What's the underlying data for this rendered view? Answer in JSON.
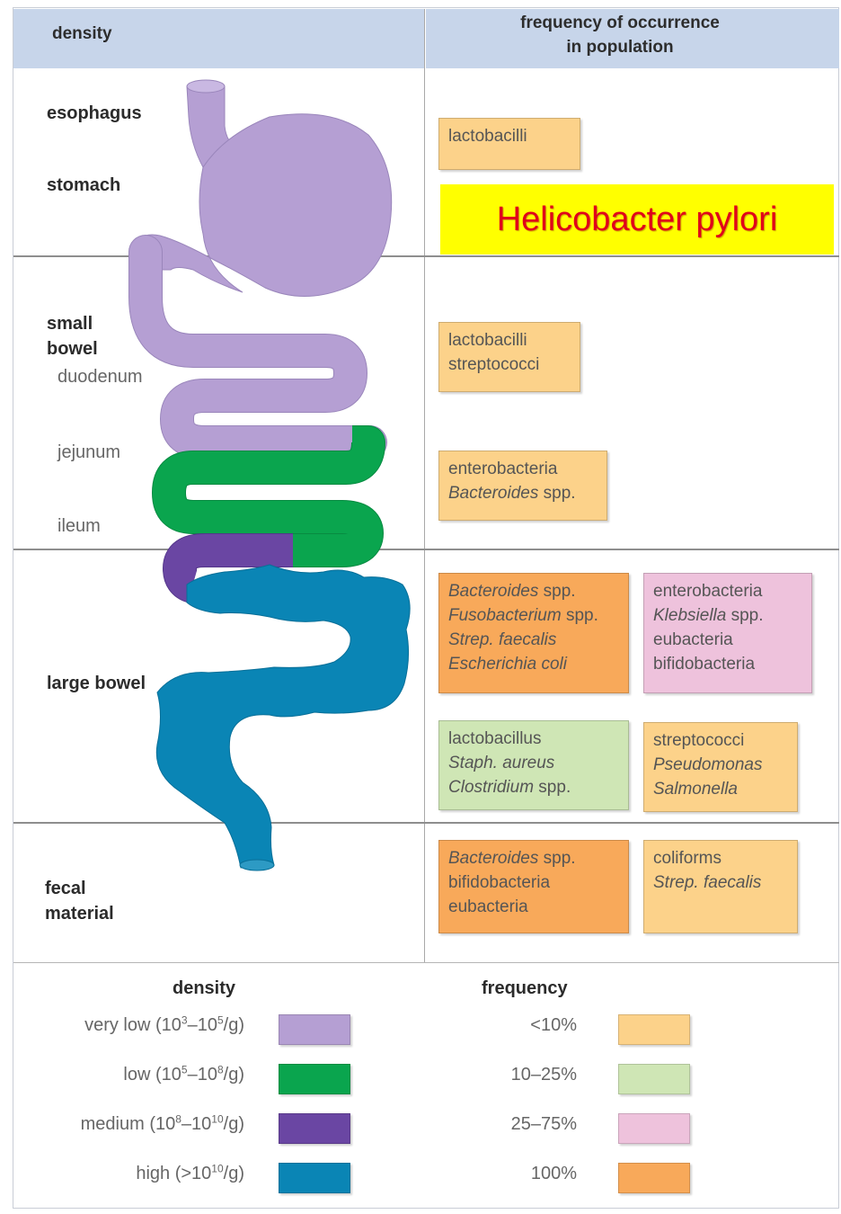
{
  "header": {
    "density_label": "density",
    "frequency_label_line1": "frequency of occurrence",
    "frequency_label_line2": "in population"
  },
  "regions": {
    "esophagus": "esophagus",
    "stomach": "stomach",
    "small_bowel_line1": "small",
    "small_bowel_line2": "bowel",
    "duodenum": "duodenum",
    "jejunum": "jejunum",
    "ileum": "ileum",
    "large_bowel": "large bowel",
    "fecal_line1": "fecal",
    "fecal_line2": "material"
  },
  "highlight": "Helicobacter pylori",
  "boxes": {
    "stomach_1": {
      "line1": "lactobacilli",
      "frequency": "<10%"
    },
    "small_1": {
      "line1": "lactobacilli",
      "line2": "streptococci",
      "frequency": "<10%"
    },
    "small_2": {
      "line1": "enterobacteria",
      "line2_italic": "Bacteroides",
      "line2_rest": " spp.",
      "frequency": "<10%"
    },
    "large_1": {
      "l1_italic": "Bacteroides",
      "l1_rest": " spp.",
      "l2_italic": "Fusobacterium",
      "l2_rest": " spp.",
      "l3_italic": "Strep. faecalis",
      "l4_italic": "Escherichia coli",
      "frequency": "100%"
    },
    "large_2": {
      "l1": "enterobacteria",
      "l2_italic": "Klebsiella",
      "l2_rest": " spp.",
      "l3": "eubacteria",
      "l4": "bifidobacteria",
      "frequency": "25–75%"
    },
    "large_3": {
      "l1": "lactobacillus",
      "l2_italic": "Staph. aureus",
      "l3_italic": "Clostridium",
      "l3_rest": " spp.",
      "frequency": "10–25%"
    },
    "large_4": {
      "l1": "streptococci",
      "l2_italic": "Pseudomonas",
      "l3_italic": "Salmonella",
      "frequency": "<10%"
    },
    "fecal_1": {
      "l1_italic": "Bacteroides",
      "l1_rest": " spp.",
      "l2": "bifidobacteria",
      "l3": "eubacteria",
      "frequency": "100%"
    },
    "fecal_2": {
      "l1": "coliforms",
      "l2_italic": "Strep. faecalis",
      "frequency": "<10%"
    }
  },
  "legend": {
    "density_title": "density",
    "frequency_title": "frequency",
    "density_items": [
      {
        "label_pre": "very low (10",
        "exp1": "3",
        "mid": "–10",
        "exp2": "5",
        "post": "/g)",
        "color": "#b59fd3"
      },
      {
        "label_pre": "low (10",
        "exp1": "5",
        "mid": "–10",
        "exp2": "8",
        "post": "/g)",
        "color": "#0aa54e"
      },
      {
        "label_pre": "medium (10",
        "exp1": "8",
        "mid": "–10",
        "exp2": "10",
        "post": "/g)",
        "color": "#6a46a3"
      },
      {
        "label_pre": "high (>10",
        "exp1": "10",
        "mid": "",
        "exp2": "",
        "post": "/g)",
        "color": "#0a85b5"
      }
    ],
    "frequency_items": [
      {
        "label": "<10%",
        "color": "#fcd28a"
      },
      {
        "label": "10–25%",
        "color": "#cfe6b5"
      },
      {
        "label": "25–75%",
        "color": "#eec2dc"
      },
      {
        "label": "100%",
        "color": "#f8a95a"
      }
    ]
  },
  "colors": {
    "header_bg": "#c7d5ea",
    "very_low": "#b59fd3",
    "low": "#0aa54e",
    "medium": "#6a46a3",
    "high": "#0a85b5",
    "highlight_bg": "#ffff00",
    "highlight_text": "#e0001a"
  }
}
